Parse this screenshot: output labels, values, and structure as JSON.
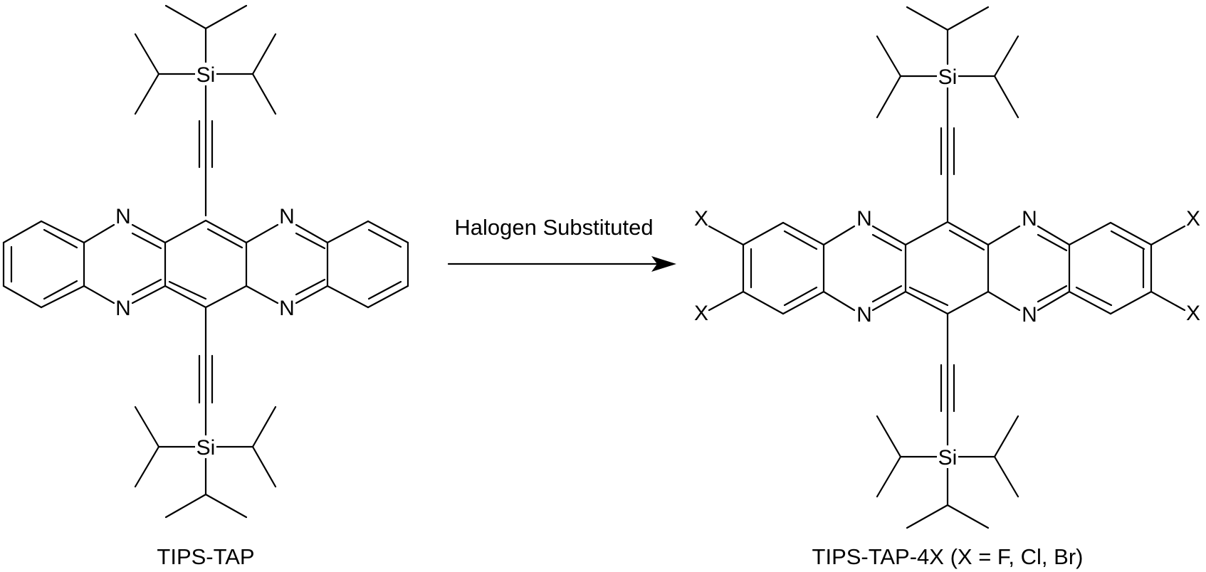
{
  "reactant": {
    "name": "TIPS-TAP",
    "atoms": {
      "silicon": "Si",
      "nitrogen": "N"
    }
  },
  "reaction": {
    "condition": "Halogen Substituted"
  },
  "product": {
    "name": "TIPS-TAP-4X (X = F, Cl, Br)",
    "atoms": {
      "silicon": "Si",
      "nitrogen": "N",
      "substituent": "X"
    }
  },
  "colors": {
    "ink": "#000000",
    "background": "#ffffff"
  }
}
